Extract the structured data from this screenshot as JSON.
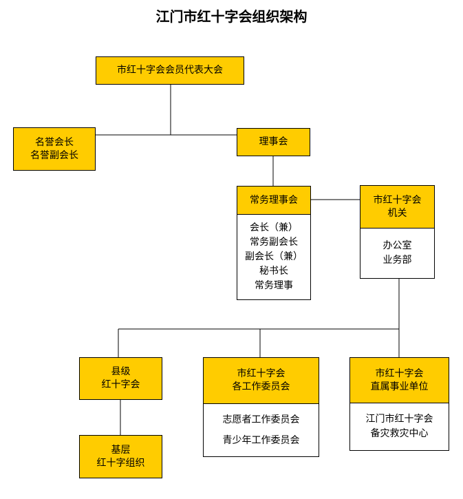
{
  "title": "江门市红十字会组织架构",
  "nodes": {
    "congress": {
      "head": [
        "市红十字会会员代表大会"
      ]
    },
    "honorary": {
      "head": [
        "名誉会长",
        "名誉副会长"
      ]
    },
    "council": {
      "head": [
        "理事会"
      ]
    },
    "standing": {
      "head": [
        "常务理事会"
      ],
      "body": [
        "会长（兼）",
        "常务副会长",
        "副会长（兼）",
        "秘书长",
        "常务理事"
      ]
    },
    "organ": {
      "head": [
        "市红十字会",
        "机关"
      ],
      "body": [
        "办公室",
        "业务部"
      ]
    },
    "county": {
      "head": [
        "县级",
        "红十字会"
      ]
    },
    "committees": {
      "head": [
        "市红十字会",
        "各工作委员会"
      ],
      "body": [
        "志愿者工作委员会",
        "青少年工作委员会"
      ]
    },
    "units": {
      "head": [
        "市红十字会",
        "直属事业单位"
      ],
      "body": [
        "江门市红十字会",
        "备灾救灾中心"
      ]
    },
    "grassroots": {
      "head": [
        "基层",
        "红十字组织"
      ]
    }
  },
  "colors": {
    "header_fill": "#FFCC00",
    "border": "#000000"
  }
}
